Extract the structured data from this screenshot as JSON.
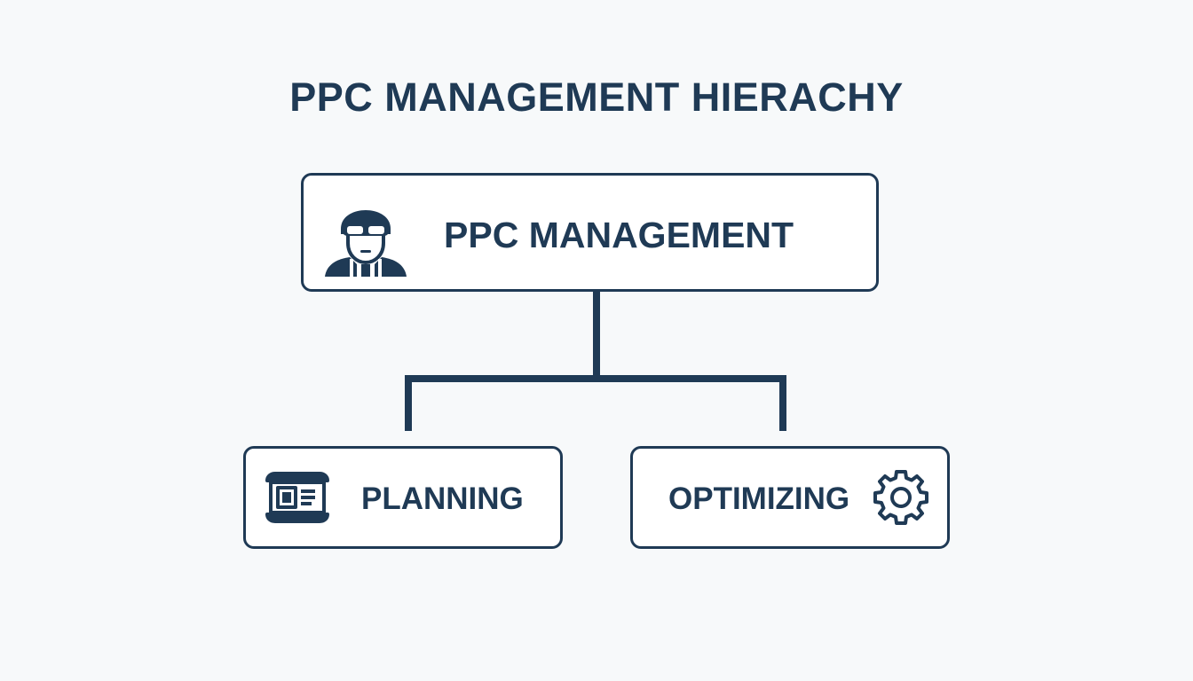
{
  "title": "PPC MANAGEMENT HIERACHY",
  "colors": {
    "primary": "#1f3a55",
    "background": "#f7f9fa",
    "node_fill": "#ffffff"
  },
  "hierarchy": {
    "root": {
      "label": "PPC MANAGEMENT",
      "icon": "person-with-helmet-goggles-icon"
    },
    "children": [
      {
        "label": "PLANNING",
        "icon": "screen-panel-icon"
      },
      {
        "label": "OPTIMIZING",
        "icon": "gear-icon"
      }
    ]
  }
}
